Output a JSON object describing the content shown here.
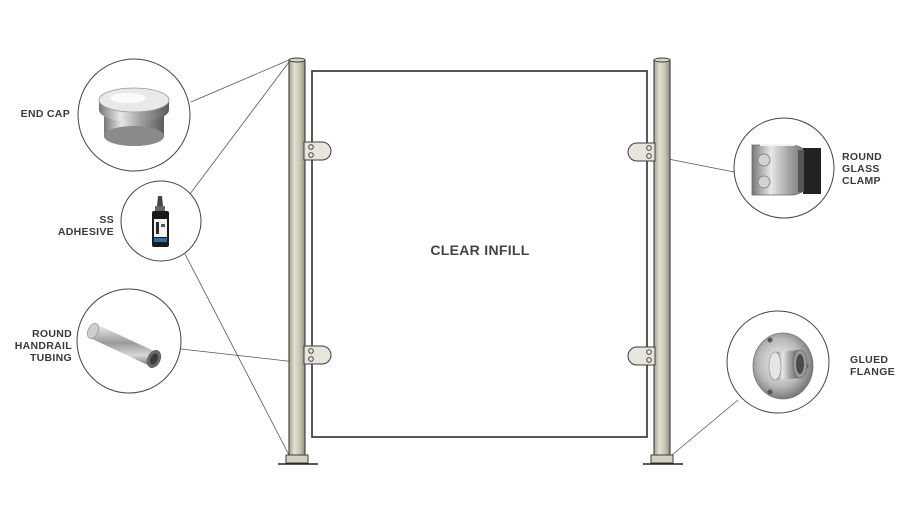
{
  "diagram": {
    "center_label": "CLEAR INFILL",
    "parts": {
      "end_cap": [
        "END CAP"
      ],
      "ss_adhesive": [
        "SS",
        "ADHESIVE"
      ],
      "round_handrail_tubing": [
        "ROUND",
        "HANDRAIL",
        "TUBING"
      ],
      "round_glass_clamp": [
        "ROUND",
        "GLASS",
        "CLAMP"
      ],
      "glued_flange": [
        "GLUED",
        "FLANGE"
      ]
    },
    "colors": {
      "post_fill": "#cbc6b6",
      "post_stroke": "#3c3c3c",
      "glass_stroke": "#2e2e2e",
      "leader_line": "#555555",
      "label_text": "#3a3a3a"
    }
  }
}
